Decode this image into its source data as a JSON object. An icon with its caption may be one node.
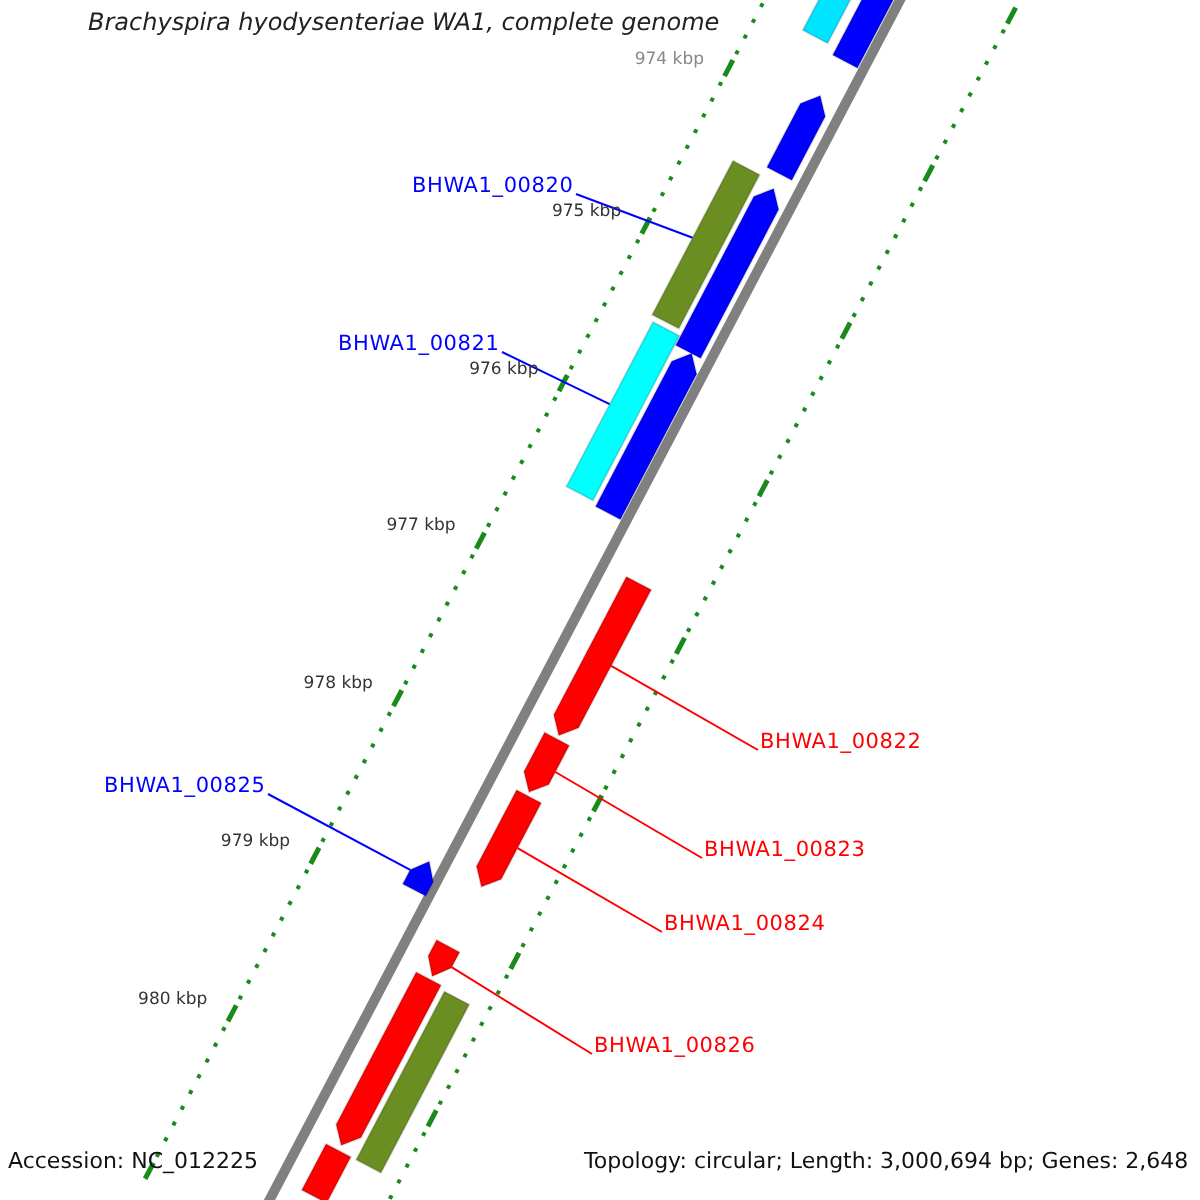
{
  "diagram": {
    "title": "Brachyspira hyodysenteriae WA1, complete genome",
    "nodes": [
      {
        "text": [
          "BHWA1_00820"
        ]
      },
      {
        "text": [
          "BHWA1_00821"
        ]
      },
      {
        "text": [
          "BHWA1_00822"
        ]
      },
      {
        "text": [
          "BHWA1_00825"
        ]
      },
      {
        "text": [
          "BHWA1_00823"
        ]
      },
      {
        "text": [
          "BHWA1_00824"
        ]
      },
      {
        "text": [
          "BHWA1_00826"
        ]
      },
      {
        "text": [],
        "shape": "bar"
      },
      {
        "text": [],
        "shape": "bar"
      },
      {
        "text": [],
        "shape": "arrow"
      },
      {
        "text": [],
        "shape": "bar"
      },
      {
        "text": [],
        "shape": "arrow"
      },
      {
        "text": [],
        "shape": "bar"
      },
      {
        "text": [],
        "shape": "arrow"
      },
      {
        "text": [],
        "shape": "arrow"
      },
      {
        "text": [],
        "shape": "arrow"
      },
      {
        "text": [],
        "shape": "arrow"
      },
      {
        "text": [],
        "shape": "arrow"
      },
      {
        "text": [],
        "shape": "arrow"
      },
      {
        "text": [],
        "shape": "arrow"
      },
      {
        "text": [],
        "shape": "bar"
      },
      {
        "text": [],
        "shape": "bar"
      }
    ],
    "edges": [
      {
        "from": 0,
        "to": 10,
        "arrow": "none",
        "color": "#0000ff"
      },
      {
        "from": 1,
        "to": 12,
        "arrow": "none",
        "color": "#0000ff"
      },
      {
        "from": 2,
        "to": 14,
        "arrow": "none"
      },
      {
        "from": 3,
        "to": 17,
        "arrow": "none",
        "color": "#0000ff"
      },
      {
        "from": 4,
        "to": 15,
        "arrow": "none"
      },
      {
        "from": 5,
        "to": 16,
        "arrow": "none"
      },
      {
        "from": 6,
        "to": 18,
        "arrow": "none"
      }
    ],
    "labels": [
      "974 kbp",
      "975 kbp",
      "976 kbp",
      "977 kbp",
      "978 kbp",
      "979 kbp",
      "980 kbp",
      "Accession: NC_012225",
      "Topology: circular; Length: 3,000,694 bp; Genes: 2,648"
    ]
  }
}
